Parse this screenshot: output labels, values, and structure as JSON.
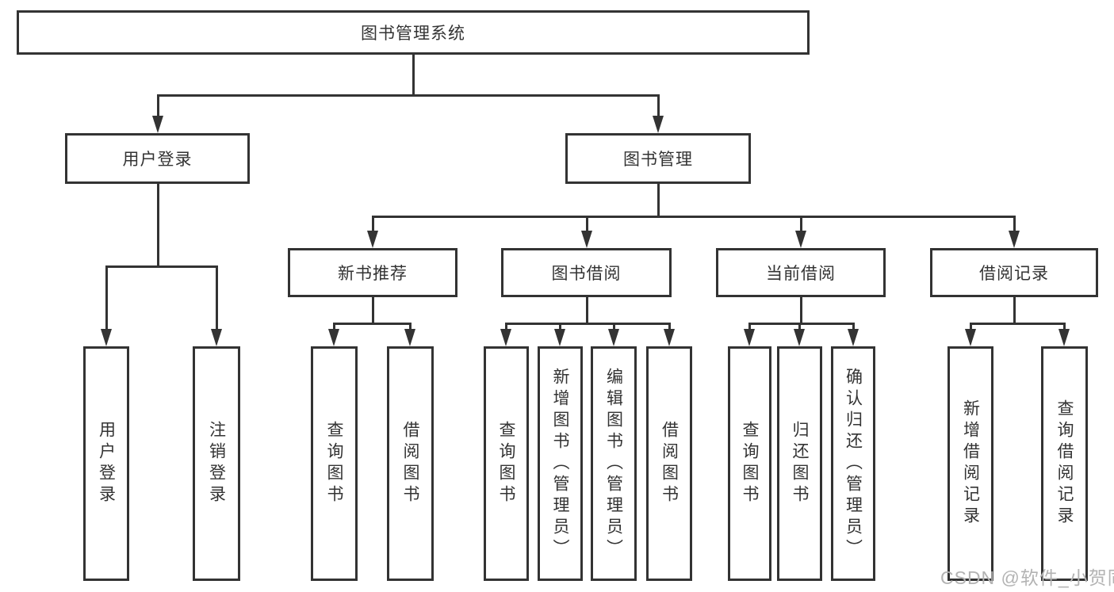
{
  "diagram": {
    "title": "图书管理系统",
    "nodes": {
      "root": "图书管理系统",
      "user_login": "用户登录",
      "book_management": "图书管理",
      "new_book_recommend": "新书推荐",
      "book_borrow": "图书借阅",
      "current_borrow": "当前借阅",
      "borrow_records": "借阅记录",
      "leaf_user_login": "用户登录",
      "leaf_logout": "注销登录",
      "leaf_nb_query_book": "查询图书",
      "leaf_nb_borrow_book": "借阅图书",
      "leaf_bb_query_book": "查询图书",
      "leaf_bb_add_book": "新增图书（管理员）",
      "leaf_bb_edit_book": "编辑图书（管理员）",
      "leaf_bb_borrow_book": "借阅图书",
      "leaf_cb_query_book": "查询图书",
      "leaf_cb_return_book": "归还图书",
      "leaf_cb_confirm_return": "确认归还（管理员）",
      "leaf_br_add_record": "新增借阅记录",
      "leaf_br_query_record": "查询借阅记录"
    }
  },
  "watermark": {
    "text": "CSDN @软件_小贺同学"
  },
  "colors": {
    "line": "#333333",
    "box_border": "#333333",
    "background": "#ffffff",
    "text": "#333333",
    "watermark": "#b3b3b3"
  }
}
